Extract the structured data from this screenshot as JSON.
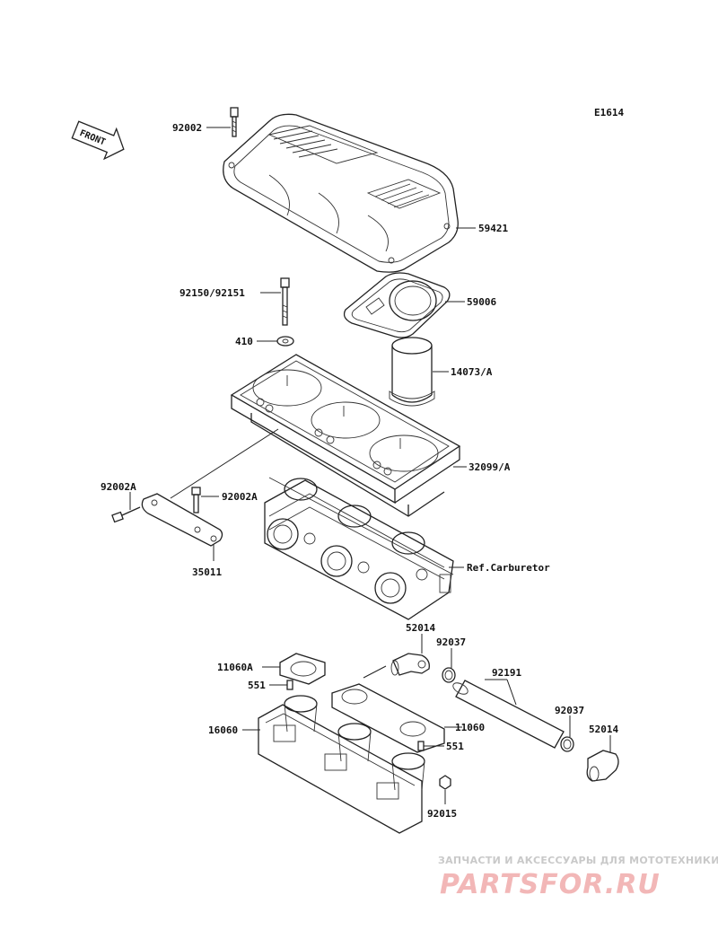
{
  "diagram_code": "E1614",
  "front_label": "FRONT",
  "labels": {
    "p92002": "92002",
    "p59421": "59421",
    "p92150": "92150/92151",
    "p59006": "59006",
    "p410": "410",
    "p14073": "14073/A",
    "p32099": "32099/A",
    "p92002a_left": "92002A",
    "p92002a_right": "92002A",
    "p35011": "35011",
    "ref_carb": "Ref.Carburetor",
    "p52014_top": "52014",
    "p92037_top": "92037",
    "p11060a": "11060A",
    "p92191": "92191",
    "p551_left": "551",
    "p92037_right": "92037",
    "p52014_right": "52014",
    "p16060": "16060",
    "p11060": "11060",
    "p551_right": "551",
    "p92015": "92015"
  },
  "watermark": {
    "tagline": "ЗАПЧАСТИ И АКСЕССУАРЫ ДЛЯ МОТОТЕХНИКИ",
    "brand": "PARTSFOR.RU"
  }
}
